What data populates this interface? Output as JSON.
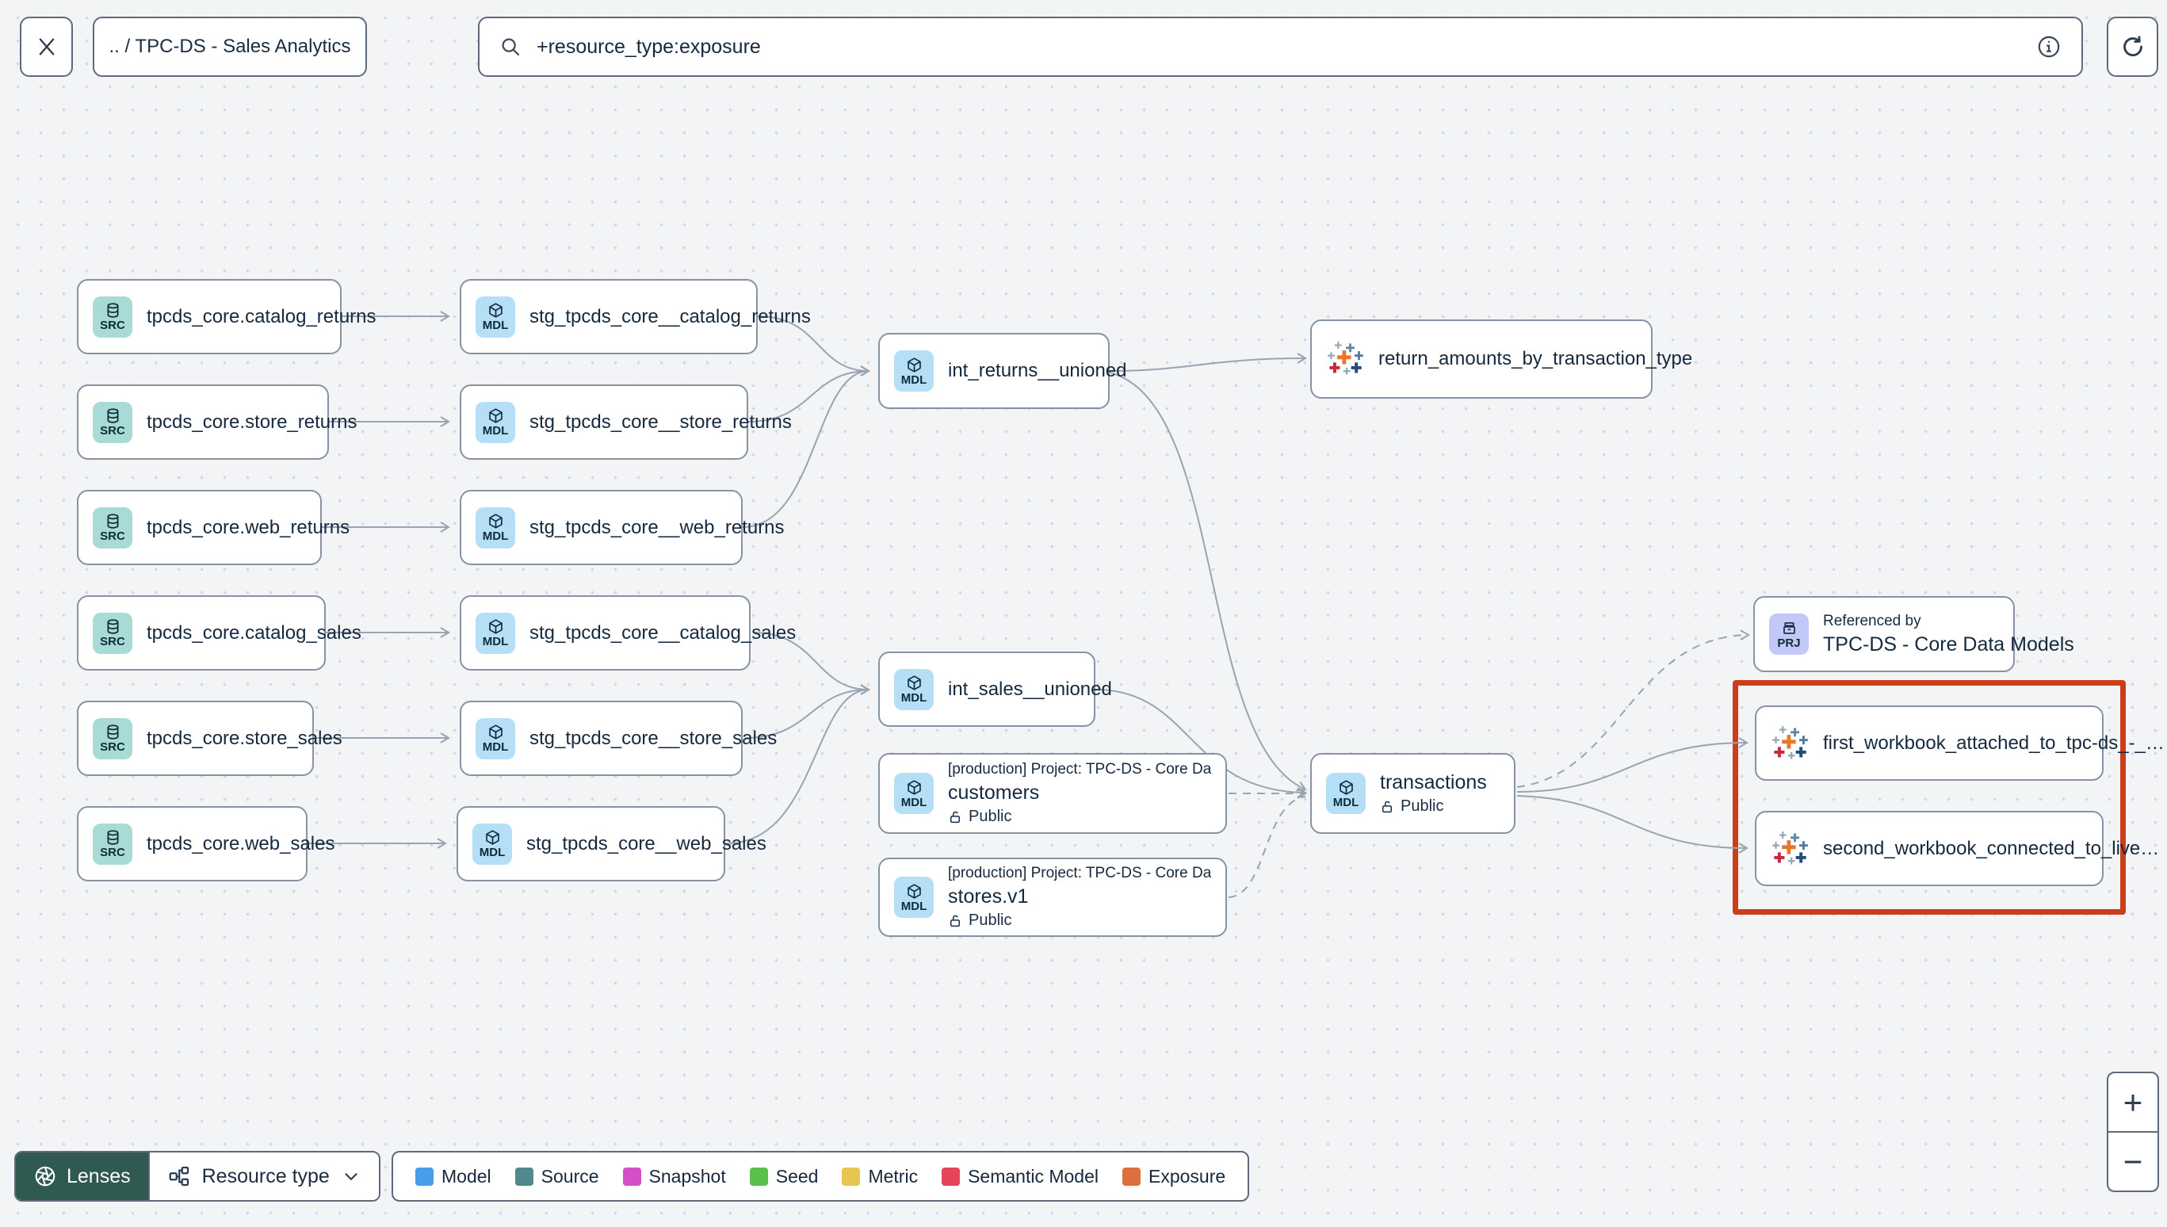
{
  "header": {
    "breadcrumb": ".. / TPC-DS - Sales Analytics",
    "search_value": "+resource_type:exposure"
  },
  "graph": {
    "badges": {
      "source": "SRC",
      "model": "MDL",
      "project": "PRJ"
    },
    "highlight_color": "#cc3e1b",
    "edge_color": "#9aa3b1",
    "nodes": {
      "src_catalog_returns": {
        "label": "tpcds_core.catalog_returns"
      },
      "src_store_returns": {
        "label": "tpcds_core.store_returns"
      },
      "src_web_returns": {
        "label": "tpcds_core.web_returns"
      },
      "src_catalog_sales": {
        "label": "tpcds_core.catalog_sales"
      },
      "src_store_sales": {
        "label": "tpcds_core.store_sales"
      },
      "src_web_sales": {
        "label": "tpcds_core.web_sales"
      },
      "stg_catalog_returns": {
        "label": "stg_tpcds_core__catalog_returns"
      },
      "stg_store_returns": {
        "label": "stg_tpcds_core__store_returns"
      },
      "stg_web_returns": {
        "label": "stg_tpcds_core__web_returns"
      },
      "stg_catalog_sales": {
        "label": "stg_tpcds_core__catalog_sales"
      },
      "stg_store_sales": {
        "label": "stg_tpcds_core__store_sales"
      },
      "stg_web_sales": {
        "label": "stg_tpcds_core__web_sales"
      },
      "int_returns": {
        "label": "int_returns__unioned"
      },
      "int_sales": {
        "label": "int_sales__unioned"
      },
      "exposure_return_amounts": {
        "label": "return_amounts_by_transaction_type"
      },
      "customers": {
        "title": "[production] Project: TPC-DS - Core Data Mo…",
        "label": "customers",
        "access": "Public"
      },
      "stores": {
        "title": "[production] Project: TPC-DS - Core Data Mo…",
        "label": "stores.v1",
        "access": "Public"
      },
      "transactions": {
        "label": "transactions",
        "access": "Public"
      },
      "referenced_by": {
        "title": "Referenced by",
        "label": "TPC-DS - Core Data Models"
      },
      "exposure_first_workbook": {
        "label": "first_workbook_attached_to_tpc-ds_-_…"
      },
      "exposure_second_workbook": {
        "label": "second_workbook_connected_to_live…"
      }
    }
  },
  "footer": {
    "lenses_label": "Lenses",
    "resource_type_label": "Resource type",
    "legend": {
      "model": {
        "label": "Model",
        "color": "#479dea"
      },
      "source": {
        "label": "Source",
        "color": "#53898c"
      },
      "snapshot": {
        "label": "Snapshot",
        "color": "#d44fc8"
      },
      "seed": {
        "label": "Seed",
        "color": "#57c14a"
      },
      "metric": {
        "label": "Metric",
        "color": "#e7c64f"
      },
      "semantic": {
        "label": "Semantic Model",
        "color": "#e4455a"
      },
      "exposure": {
        "label": "Exposure",
        "color": "#dd6f3f"
      }
    },
    "zoom_in": "+",
    "zoom_out": "−"
  }
}
